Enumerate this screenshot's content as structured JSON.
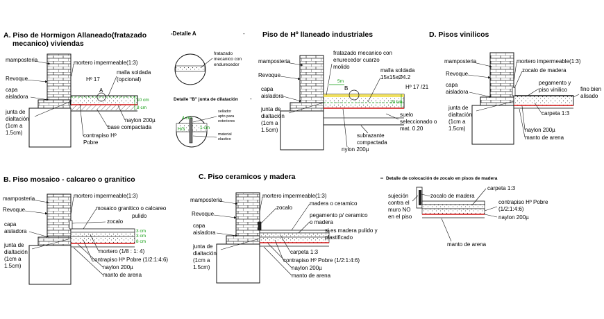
{
  "colors": {
    "line": "#111111",
    "red": "#d01010",
    "green": "#0a9a0a",
    "yellow": "#f0e060"
  },
  "panel_a": {
    "title1": "A.   Piso de Hormigon Allaneado(fratazado",
    "title2": "mecanico) viviendas",
    "labels": {
      "mamposteria": "mamposteria",
      "mortero": "mortero impermeable(1:3)",
      "revoque": "Revoque",
      "h17": "Hº 17",
      "malla1": "malla soldada",
      "malla2": "(opcional)",
      "a": "A",
      "capa1": "capa",
      "capa2": "aisladora",
      "junta1": "junta de",
      "junta2": "dialtación",
      "junta3": "(1cm a",
      "junta4": "1.5cm)",
      "naylon": "naylon 200µ",
      "base": "base compactada",
      "contrapiso1": "contrapiso Hº",
      "contrapiso2": "Pobre"
    },
    "dims": [
      "10 cm",
      "8 cm"
    ]
  },
  "detalle_a": {
    "title": "-Detalle A",
    "dash": "-",
    "l1": "fratazado",
    "l2": "mecanico con",
    "l3": "endurecedor"
  },
  "detalle_b": {
    "title": "Detalle \"B\" junta de dilatación",
    "dash": "-",
    "l1": "sellador",
    "l2": "apto para",
    "l3": "exteriores",
    "l4": "material",
    "l5": "elastico",
    "dims": [
      "4 cm",
      "1 cm",
      "H/3"
    ]
  },
  "panel_industrial": {
    "title": "Piso de Hº llaneado industriales",
    "labels": {
      "mamposteria": "mamposteria",
      "revoque": "Revoque",
      "capa1": "capa",
      "capa2": "aisladora",
      "junta1": "junta de",
      "junta2": "dialtación",
      "junta3": "(1cm a",
      "junta4": "1.5cm)",
      "fratazado1": "fratazado mecanico con",
      "fratazado2": "enurecedor cuarzo",
      "fratazado3": "molido",
      "malla1": "malla soldada",
      "malla2": "15x15xØ4.2",
      "h17": "Hº 17 /21",
      "b": "B",
      "suelo1": "suelo",
      "suelo2": "seleccionado o",
      "suelo3": "mat. 0.20",
      "sub1": "subrazante",
      "sub2": "compactada",
      "naylon": "nylon 200µ"
    },
    "dims": [
      "5m",
      "20 cm"
    ]
  },
  "panel_d": {
    "title": "D.    Pisos vinilicos",
    "labels": {
      "mamposteria": "mamposteria",
      "mortero": "mortero impermeable(1:3)",
      "revoque": "Revoque",
      "zocalo": "zocalo de madera",
      "capa1": "capa",
      "capa2": "aisladora",
      "pega1": "pegamento y",
      "pega2": "piso vinilico",
      "fino1": "fino bien",
      "fino2": "alisado",
      "junta1": "junta de",
      "junta2": "dialtación",
      "junta3": "(1cm a",
      "junta4": "1.5cm)",
      "carpeta": "carpeta 1:3",
      "naylon": "naylon 200µ",
      "arena": "manto de arena"
    }
  },
  "panel_b": {
    "title": "B.      Piso mosaico - calcareo o granitico",
    "labels": {
      "mamposteria": "mamposteria",
      "mortero": "mortero impermeable(1:3)",
      "revoque": "Revoque",
      "mosaico1": "mosaico granitico o calcareo",
      "mosaico2": "pulido",
      "zocalo": "zocalo",
      "capa1": "capa",
      "capa2": "aisladora",
      "junta1": "junta de",
      "junta2": "dialtación",
      "junta3": "(1cm a",
      "junta4": "1.5cm)",
      "mortero2": "mortero (1/8 : 1: 4)",
      "contrapiso": "contrapiso Hº Pobre (1/2:1:4:6)",
      "naylon": "naylon 200µ",
      "arena": "manto de arena"
    },
    "dims": [
      "3 cm",
      "3 cm",
      "8 cm"
    ]
  },
  "panel_c": {
    "title": "C.       Piso ceramicos y madera",
    "labels": {
      "mamposteria": "mamposteria",
      "mortero": "mortero impermeable(1:3)",
      "madera": "madera o ceramico",
      "zocalo": "zocalo",
      "revoque": "Revoque",
      "pega1": "pegamento p/ ceramico",
      "pega2": "o madera",
      "capa1": "capa",
      "capa2": "aisladora",
      "si1": "si es madera pulido y",
      "si2": "plastificado",
      "junta1": "junta de",
      "junta2": "dialtación",
      "junta3": "(1cm a",
      "junta4": "1.5cm)",
      "carpeta": "carpeta 1:3",
      "contrapiso": "contrapiso Hº Pobre (1/2:1:4:6)",
      "naylon": "naylon 200µ",
      "arena": "manto de arena"
    }
  },
  "panel_zocalo": {
    "title": "Detalle de colocación de zocalo en pisos de madera",
    "labels": {
      "suj1": "sujeción",
      "suj2": "contra el",
      "suj3": "muro NO",
      "suj4": "en el piso",
      "zocalo": "zocalo de madera",
      "carpeta": "carpeta 1:3",
      "contrapiso1": "contrapiso Hº Pobre",
      "contrapiso2": "(1/2:1:4:6)",
      "naylon": "naylon 200µ",
      "arena": "manto de arena"
    }
  }
}
